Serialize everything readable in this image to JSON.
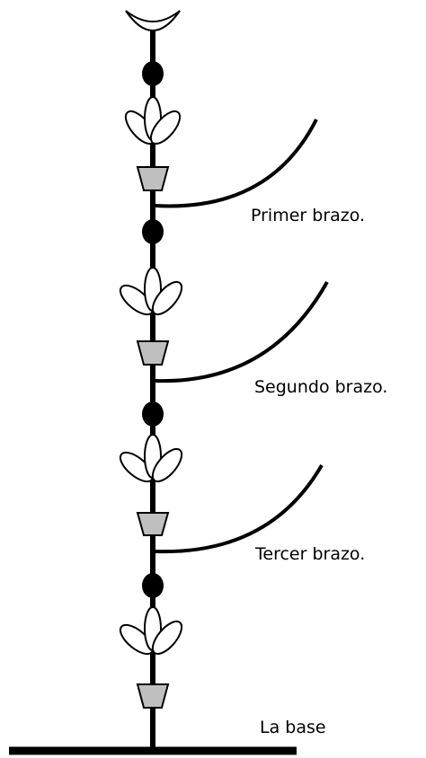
{
  "labels": {
    "arm1": "Primer brazo.",
    "arm2": "Segundo brazo.",
    "arm3": "Tercer brazo.",
    "base": "La base"
  },
  "colors": {
    "stroke": "#000000",
    "pot_fill": "#bfbfbf",
    "circle_fill": "#000000",
    "leaf_fill": "#ffffff"
  }
}
